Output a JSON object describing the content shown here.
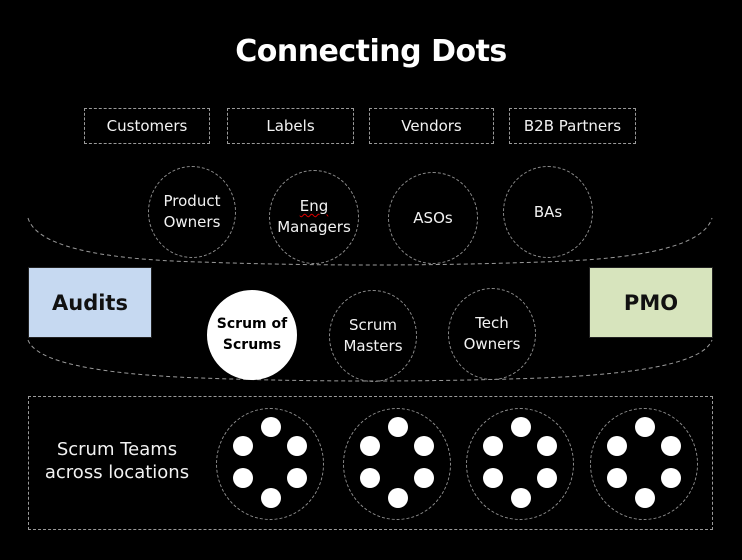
{
  "title": "Connecting Dots",
  "external_stakeholders": [
    "Customers",
    "Labels",
    "Vendors",
    "B2B Partners"
  ],
  "upper_roles": [
    {
      "line1": "Product",
      "line2": "Owners"
    },
    {
      "line1": "Eng",
      "line2": "Managers"
    },
    {
      "line1": "ASOs",
      "line2": ""
    },
    {
      "line1": "BAs",
      "line2": ""
    }
  ],
  "side_boxes": {
    "left": {
      "label": "Audits",
      "color": "#c6d9f1"
    },
    "right": {
      "label": "PMO",
      "color": "#d7e4bd"
    }
  },
  "lower_roles": [
    {
      "line1": "Scrum of",
      "line2": "Scrums",
      "highlighted": true
    },
    {
      "line1": "Scrum",
      "line2": "Masters",
      "highlighted": false
    },
    {
      "line1": "Tech",
      "line2": "Owners",
      "highlighted": false
    }
  ],
  "teams": {
    "label_line1": "Scrum Teams",
    "label_line2": "across locations",
    "count": 4,
    "members_per_team": 6
  }
}
